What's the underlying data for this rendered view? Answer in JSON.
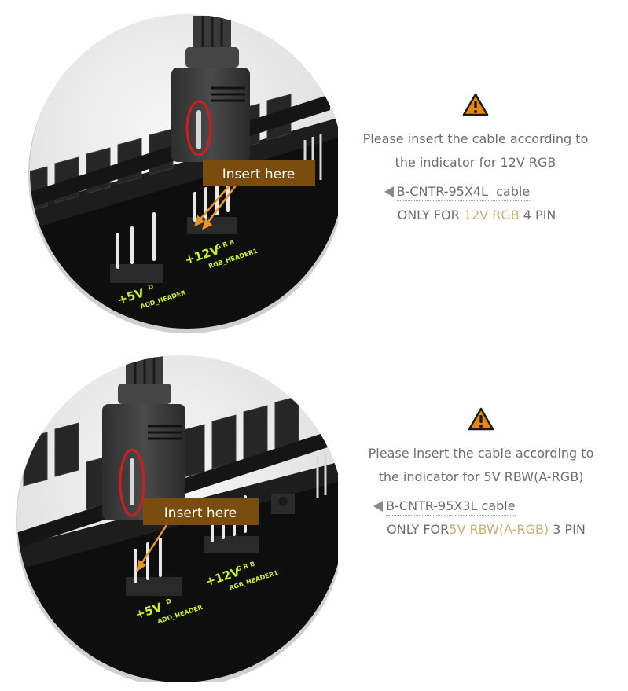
{
  "accent_colors": {
    "highlight": "#c4b07a",
    "label_bg": "#7a4d0e",
    "pcb_silk": "#c8f02a",
    "circle_marker": "#d41c1c",
    "warning": "#e8860c"
  },
  "panels": [
    {
      "insert_label": "Insert here",
      "silk": {
        "v5": "+5V",
        "v5_d": "D",
        "add_header": "ADD_HEADER",
        "v12": "+12V",
        "v12_gbr": "G R B",
        "rgb_header": "RGB_HEADER1"
      },
      "icon": "warning-icon",
      "desc_line1": "Please insert the cable according to",
      "desc_line2": "the indicator for 12V RGB",
      "cable": "B-CNTR-95X4L  cable",
      "only_prefix": "ONLY FOR ",
      "only_highlight": "12V RGB",
      "only_suffix": " 4 PIN"
    },
    {
      "insert_label": "Insert here",
      "silk": {
        "v5": "+5V",
        "v5_d": "D",
        "add_header": "ADD_HEADER",
        "v12": "+12V",
        "v12_gbr": "G R B",
        "rgb_header": "RGB_HEADER1"
      },
      "icon": "warning-icon",
      "desc_line1": "Please insert the cable according to",
      "desc_line2": "the indicator for 5V RBW(A-RGB)",
      "cable": "B-CNTR-95X3L cable",
      "only_prefix": "ONLY FOR",
      "only_highlight": "5V RBW(A-RGB)",
      "only_suffix": " 3 PIN"
    }
  ]
}
